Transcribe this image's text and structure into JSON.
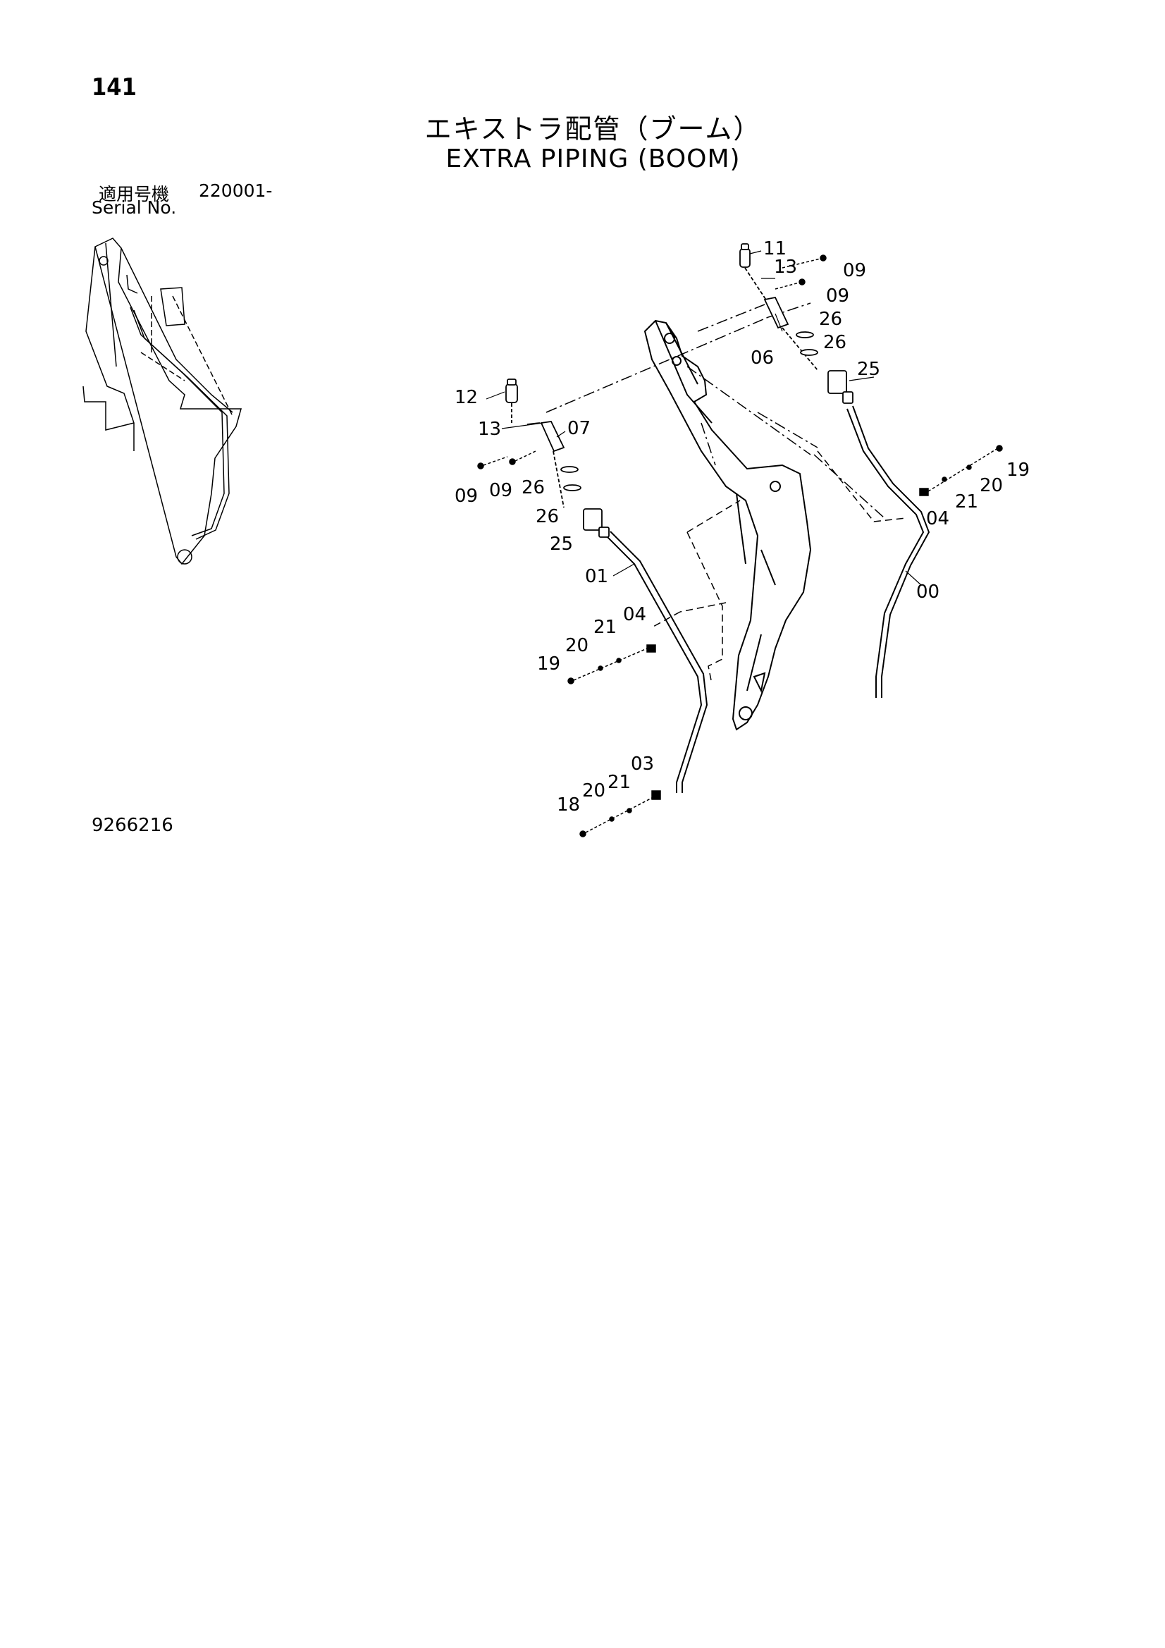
{
  "header": {
    "page_number": "141",
    "title_jp": "エキストラ配管（ブーム）",
    "title_en": "EXTRA PIPING (BOOM)"
  },
  "applicability": {
    "label_jp": "適用号機",
    "serial_code": "220001-",
    "label_en": "Serial No."
  },
  "figure_number": "9266216",
  "callouts": {
    "c00": "00",
    "c01": "01",
    "c03": "03",
    "c04a": "04",
    "c04b": "04",
    "c06": "06",
    "c07": "07",
    "c09a": "09",
    "c09b": "09",
    "c09c": "09",
    "c09d": "09",
    "c11": "11",
    "c12": "12",
    "c13a": "13",
    "c13b": "13",
    "c18": "18",
    "c19a": "19",
    "c19b": "19",
    "c20a": "20",
    "c20b": "20",
    "c20c": "20",
    "c21a": "21",
    "c21b": "21",
    "c21c": "21",
    "c25a": "25",
    "c25b": "25",
    "c26a": "26",
    "c26b": "26",
    "c26c": "26",
    "c26d": "26"
  }
}
